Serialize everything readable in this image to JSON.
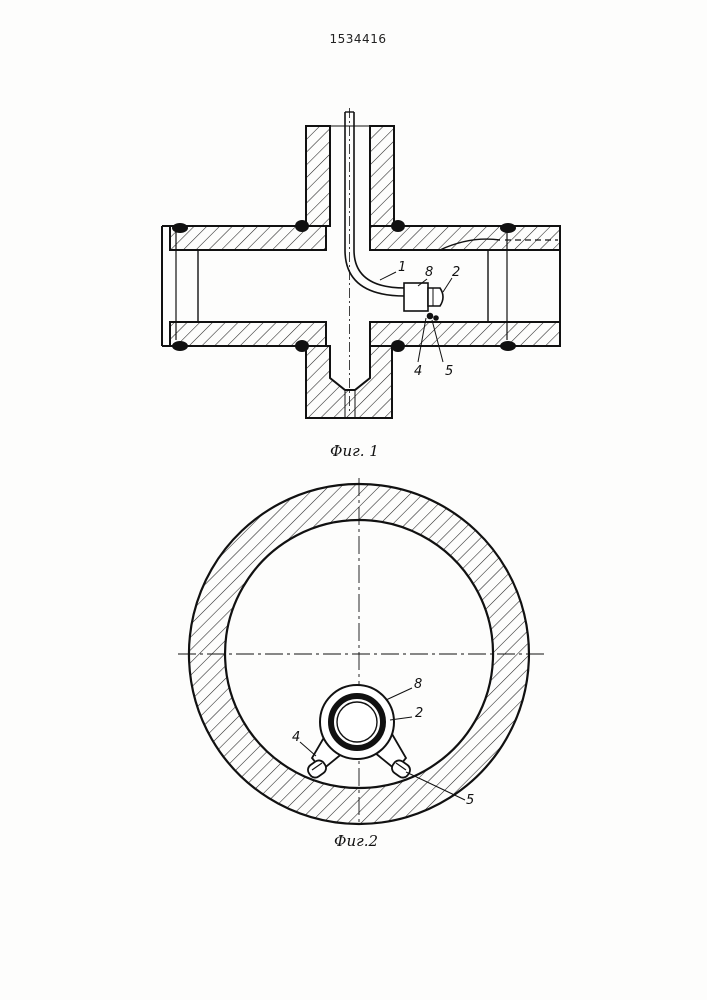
{
  "document": {
    "number": "1534416"
  },
  "figure1": {
    "caption": "Фиг. 1",
    "callouts": {
      "c1": "1",
      "c8": "8",
      "c2": "2",
      "c4": "4",
      "c5": "5"
    }
  },
  "figure2": {
    "caption": "Фиг.2",
    "callouts": {
      "c8": "8",
      "c2": "2",
      "c4": "4",
      "c5": "5"
    }
  }
}
